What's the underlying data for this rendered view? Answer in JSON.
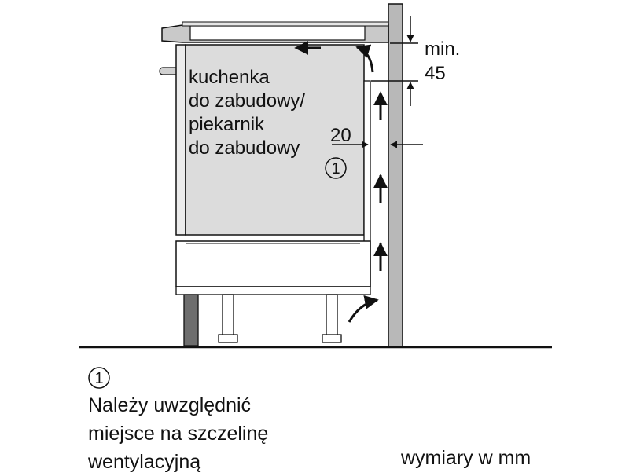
{
  "diagram": {
    "oven_label": [
      "kuchenka",
      "do zabudowy/",
      "piekarnik",
      "do zabudowy"
    ],
    "gap_value": "20",
    "min_label": "min.",
    "min_value": "45",
    "marker": "1"
  },
  "legend": {
    "marker": "1",
    "lines": [
      "Należy uwzględnić",
      "miejsce na szczelinę",
      "wentylacyjną"
    ]
  },
  "units_note": "wymiary w mm",
  "colors": {
    "appliance_fill": "#dcdcdc",
    "wall_fill": "#b8b8b8",
    "dark_panel": "#6e6e6e",
    "line": "#111111"
  }
}
